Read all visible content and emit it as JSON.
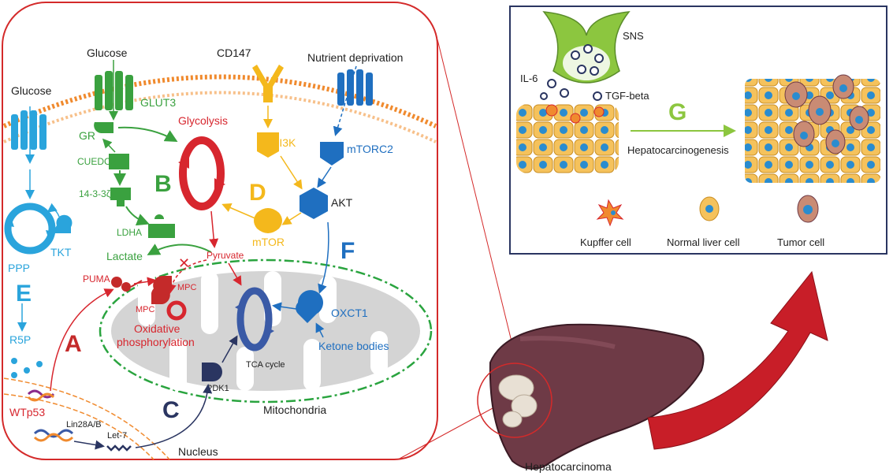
{
  "colors": {
    "frame_red": "#d42a2a",
    "green": "#3aa13f",
    "red": "#d7262e",
    "yellow": "#f4b81c",
    "blue": "#1f6fc0",
    "light_blue": "#2aa4dc",
    "navy": "#2a3561",
    "grey": "#d4d4d4",
    "membrane": "#f08a2e",
    "liver": "#6e3a46",
    "text": "#1e1e1e"
  },
  "left_panel": {
    "top_labels": {
      "glucose_left": "Glucose",
      "glucose_mid": "Glucose",
      "cd147": "CD147",
      "nutrient": "Nutrient deprivation"
    },
    "green_pathway": {
      "glut3": "GLUT3",
      "gr": "GR",
      "cuedc2": "CUEDC2",
      "protein_1433": "14-3-3ζ",
      "ldha": "LDHA",
      "lactate": "Lactate",
      "letter": "B"
    },
    "red_pathway": {
      "glycolysis": "Glycolysis",
      "pyruvate": "Pyruvate",
      "puma": "PUMA",
      "mpc_1": "MPC",
      "mpc_2": "MPC",
      "oxphos_1": "Oxidative",
      "oxphos_2": "phosphorylation",
      "letter": "A",
      "wtp53": "WTp53"
    },
    "yellow_pathway": {
      "pi3k": "PI3K",
      "mtor": "mTOR",
      "letter": "D"
    },
    "blue_pathway": {
      "mtorc2": "mTORC2",
      "akt": "AKT",
      "oxct1": "OXCT1",
      "ketone": "Ketone bodies",
      "letter": "F"
    },
    "light_blue_pathway": {
      "ppp": "PPP",
      "tkt": "TKT",
      "r5p": "R5P",
      "letter": "E"
    },
    "navy_pathway": {
      "tca": "TCA cycle",
      "pdk1": "PDK1",
      "lin28": "Lin28A/B",
      "let7": "Let-7",
      "letter": "C"
    },
    "mitochondria": "Mitochondria",
    "nucleus": "Nucleus"
  },
  "right_panel": {
    "sns": "SNS",
    "il6": "IL-6",
    "tgf": "TGF-beta",
    "letter": "G",
    "hepatocarcinogenesis": "Hepatocarcinogenesis",
    "legend": {
      "kupffer": "Kupffer cell",
      "normal": "Normal liver cell",
      "tumor": "Tumor cell"
    }
  },
  "liver_label": "Hepatocarcinoma"
}
